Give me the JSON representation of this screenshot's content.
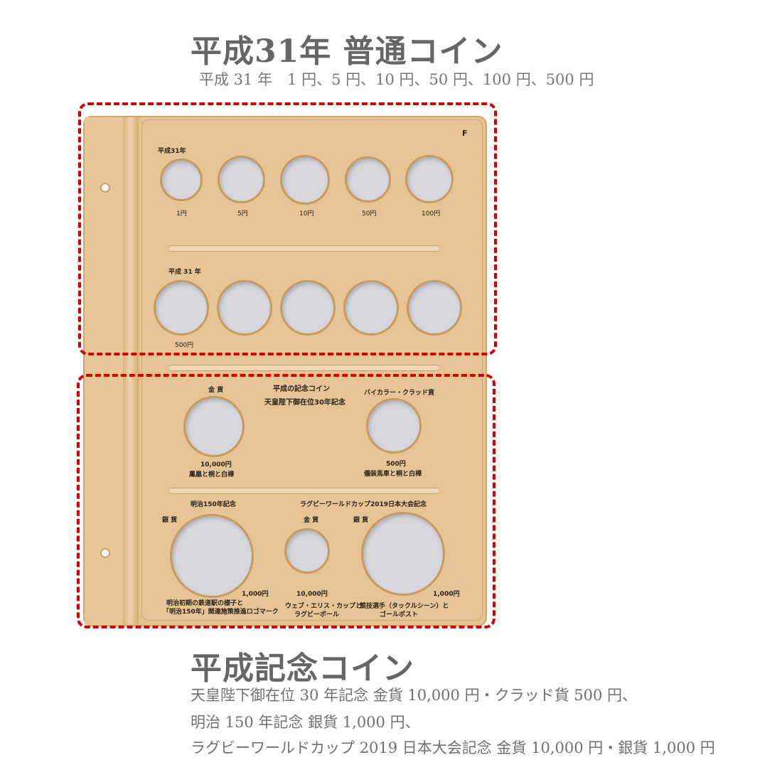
{
  "top": {
    "title": "平成31年 普通コイン",
    "subtitle": "平成 31 年　1 円、5 円、10 円、50 円、100 円、500 円"
  },
  "album": {
    "page_letter": "F",
    "section1": {
      "row1_header": "平成31年",
      "row1_labels": [
        "1円",
        "5円",
        "10円",
        "50円",
        "100円"
      ],
      "row2_header": "平成 31 年",
      "row2_label": "500円"
    },
    "section2": {
      "title": "平成の記念コイン",
      "subtitle": "天皇陛下御在位30年記念",
      "gold_header": "金 貨",
      "gold_value": "10,000円",
      "gold_desc": "鳳凰と桐と白樺",
      "bicolor_header": "バイカラー・クラッド貨",
      "bicolor_value": "500円",
      "bicolor_desc": "儀装馬車と桐と白樺"
    },
    "section3": {
      "meiji_header": "明治150年記念",
      "meiji_type": "銀 貨",
      "meiji_value": "1,000円",
      "meiji_desc1": "明治初期の鉄道駅の様子と",
      "meiji_desc2": "「明治150年」関連施策推進ロゴマーク",
      "rugby_header": "ラグビーワールドカップ2019日本大会記念",
      "rugby_gold_type": "金 貨",
      "rugby_gold_value": "10,000円",
      "rugby_gold_desc1": "ウェブ・エリス・カップと",
      "rugby_gold_desc2": "ラグビーボール",
      "rugby_silver_type": "銀 貨",
      "rugby_silver_value": "1,000円",
      "rugby_silver_desc1": "競技選手（タックルシーン）と",
      "rugby_silver_desc2": "ゴールポスト"
    }
  },
  "bottom": {
    "title": "平成記念コイン",
    "lines": [
      "天皇陛下御在位 30 年記念 金貨 10,000 円・クラッド貨 500 円、",
      "明治 150 年記念 銀貨 1,000 円、",
      "ラグビーワールドカップ 2019 日本大会記念 金貨 10,000 円・銀貨 1,000 円"
    ]
  },
  "colors": {
    "highlight": "#d40000",
    "album_tan": "#e5c292",
    "coin_slot": "#d6d6db"
  }
}
